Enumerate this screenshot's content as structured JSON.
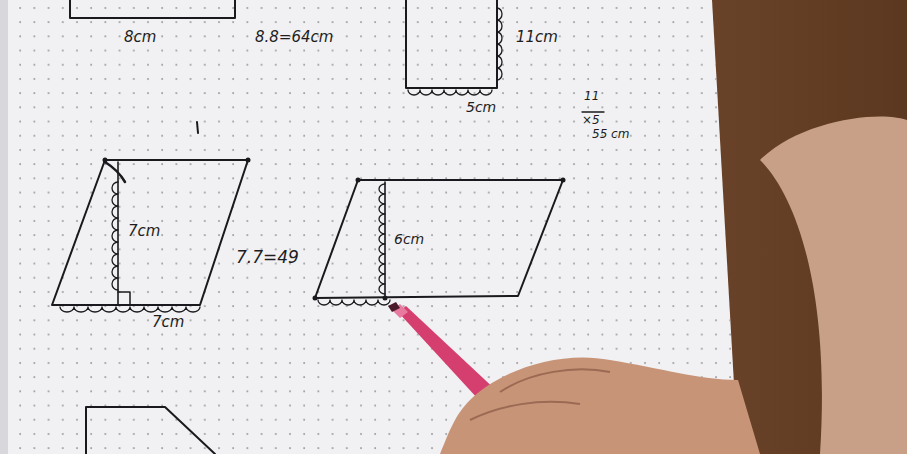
{
  "diagram": {
    "labels": [
      "8cm",
      "8.8=64cm",
      "11cm",
      "5cm",
      "11",
      "×5",
      "55 cm",
      "7cm",
      "7cm",
      "7.7=49",
      "6cm"
    ]
  }
}
